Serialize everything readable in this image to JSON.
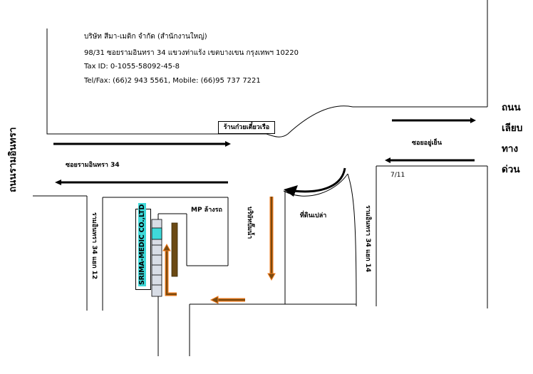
{
  "company": {
    "line1": "บริษัท สีมา-เมดิก จำกัด (สำนักงานใหญ่)",
    "line2": "98/31 ซอยรามอินทรา 34 แขวงท่าแร้ง เขตบางเขน กรุงเทพฯ 10220",
    "line3": "Tax ID: 0-1055-58092-45-8",
    "line4": "Tel/Fax: (66)2 943 5561, Mobile: (66)95 737 7221"
  },
  "labels": {
    "main_road_left": "ถนนรามอินทรา",
    "main_road_right": [
      "ถนน",
      "เลียบ",
      "ทาง",
      "ด่วน"
    ],
    "soi_ramintra_34": "ซอยรามอินทรา 34",
    "soi_yu_yen": "ซอยอยู่เย็น",
    "noodle_shop": "ร้านก๋วยเตี๋ยวเรือ",
    "house_7_11": "7/11",
    "mp_car_wash": "MP ล้างรถ",
    "empty_lot": "ที่ดินเปล่า",
    "soi_12": "รามอินทรา 34 แยก 12",
    "soi_14": "รามอินทรา 34 แยก 14",
    "pump_shop": "บริษัทปั๊มน้ำ",
    "company_sign": "SRIMA-MEDIC CO.,LTD"
  },
  "colors": {
    "road_line": "#000000",
    "arrow_brown": "#7a4a10",
    "arrow_orange": "#f07a1a",
    "building_bar": "#6b4a14",
    "cyan_highlight": "#3fd9d9",
    "parking_gray": "#d8dde6"
  }
}
